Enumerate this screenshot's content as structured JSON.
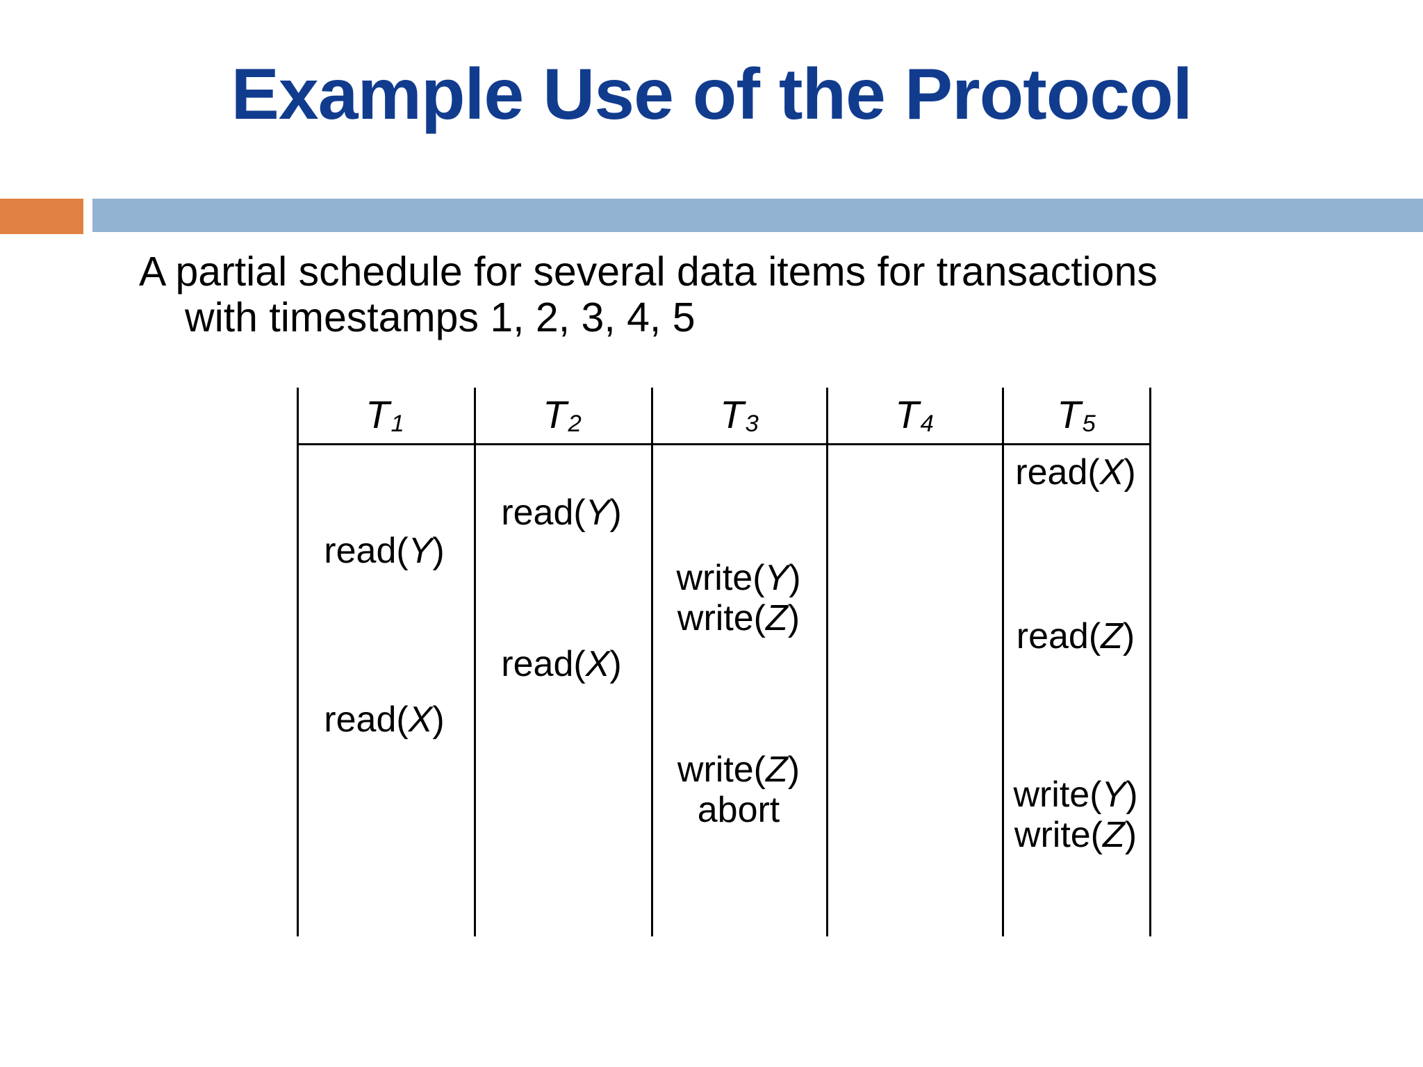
{
  "slide": {
    "title": "Example Use of the Protocol",
    "title_color": "#113c8e",
    "accent_orange": "#e08142",
    "accent_blue": "#93b3d2",
    "body_line1": "A partial schedule for several data items for transactions",
    "body_line2": "with timestamps 1, 2, 3, 4, 5"
  },
  "schedule": {
    "columns": [
      {
        "label": "T",
        "subscript": "1"
      },
      {
        "label": "T",
        "subscript": "2"
      },
      {
        "label": "T",
        "subscript": "3"
      },
      {
        "label": "T",
        "subscript": "4"
      },
      {
        "label": "T",
        "subscript": "5"
      }
    ],
    "operations": {
      "t1": [
        {
          "op": "read",
          "arg": "Y",
          "text": "read(Y)"
        },
        {
          "op": "read",
          "arg": "X",
          "text": "read(X)"
        }
      ],
      "t2": [
        {
          "op": "read",
          "arg": "Y",
          "text": "read(Y)"
        },
        {
          "op": "read",
          "arg": "X",
          "text": "read(X)"
        }
      ],
      "t3": [
        {
          "op": "write",
          "arg": "Y",
          "text": "write(Y)"
        },
        {
          "op": "write",
          "arg": "Z",
          "text": "write(Z)"
        },
        {
          "op": "write",
          "arg": "Z",
          "text": "write(Z)"
        },
        {
          "op": "abort",
          "arg": "",
          "text": "abort"
        }
      ],
      "t4": [],
      "t5": [
        {
          "op": "read",
          "arg": "X",
          "text": "read(X)"
        },
        {
          "op": "read",
          "arg": "Z",
          "text": "read(Z)"
        },
        {
          "op": "write",
          "arg": "Y",
          "text": "write(Y)"
        },
        {
          "op": "write",
          "arg": "Z",
          "text": "write(Z)"
        }
      ]
    }
  }
}
